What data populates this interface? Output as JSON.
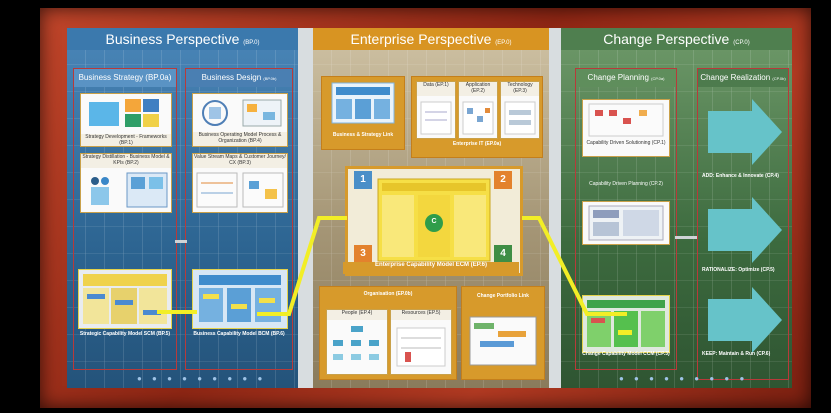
{
  "business": {
    "title": "Business Perspective",
    "title_code": "(BP.0)",
    "strategy": {
      "header": "Business Strategy (BP.0a)",
      "card1": "Strategy Development - Frameworks (BP.1)",
      "card2": "Strategy Distillation - Business Model & KPIs (BP.2)",
      "model": "Strategic Capability Model SCM (BP.5)"
    },
    "design": {
      "header": "Business Design",
      "header_code": "(BP.0b)",
      "card1": "Business Operating Model Process & Organization (BP.4)",
      "card2": "Value Stream Maps & Customer Journey/ CX (BP.3)",
      "model": "Business Capability Model BCM (BP.6)"
    },
    "dots": "● ● ● ● ● ● ● ● ●"
  },
  "enterprise": {
    "title": "Enterprise Perspective",
    "title_code": "(EP.0)",
    "link": "Business & Strategy Link",
    "it": {
      "data": "Data (EP.1)",
      "application": "Application (EP.2)",
      "technology": "Technology (EP.3)",
      "label": "Enterprise IT (EP.0a)"
    },
    "ecm": {
      "label": "Enterprise Capability Model ECM (EP.6)",
      "badge1": "1",
      "badge2": "2",
      "badge3": "3",
      "badge4": "4",
      "center": "C"
    },
    "organisation": {
      "header": "Organisation (EP.0b)",
      "people": "People (EP.4)",
      "resources": "Resources (EP.5)"
    },
    "portfolio": "Change Portfolio Link"
  },
  "change": {
    "title": "Change Perspective",
    "title_code": "(CP.0)",
    "planning": {
      "header": "Change Planning",
      "header_code": "(CP.0a)",
      "card1": "Capability Driven Solutioning (CP.1)",
      "card2": "Capability Driven Planning (CP.2)",
      "model": "Change Capability Model CCM (CP.3)"
    },
    "realization": {
      "header": "Change Realization",
      "header_code": "(CP.0b)",
      "add": "ADD: Enhance & Innovate (CP.4)",
      "rationalize": "RATIONALIZE: Optimize (CP.5)",
      "keep": "KEEP: Maintain & Run (CP.6)"
    },
    "dots": "● ● ● ● ● ● ● ● ●"
  },
  "colors": {
    "frame": "#9e2f1b",
    "business": "#3b79ad",
    "enterprise": "#d89422",
    "change": "#4f7f4f",
    "connector": "#f2ee26",
    "arrow": "#66c3c9",
    "border": "#b83a3a"
  }
}
